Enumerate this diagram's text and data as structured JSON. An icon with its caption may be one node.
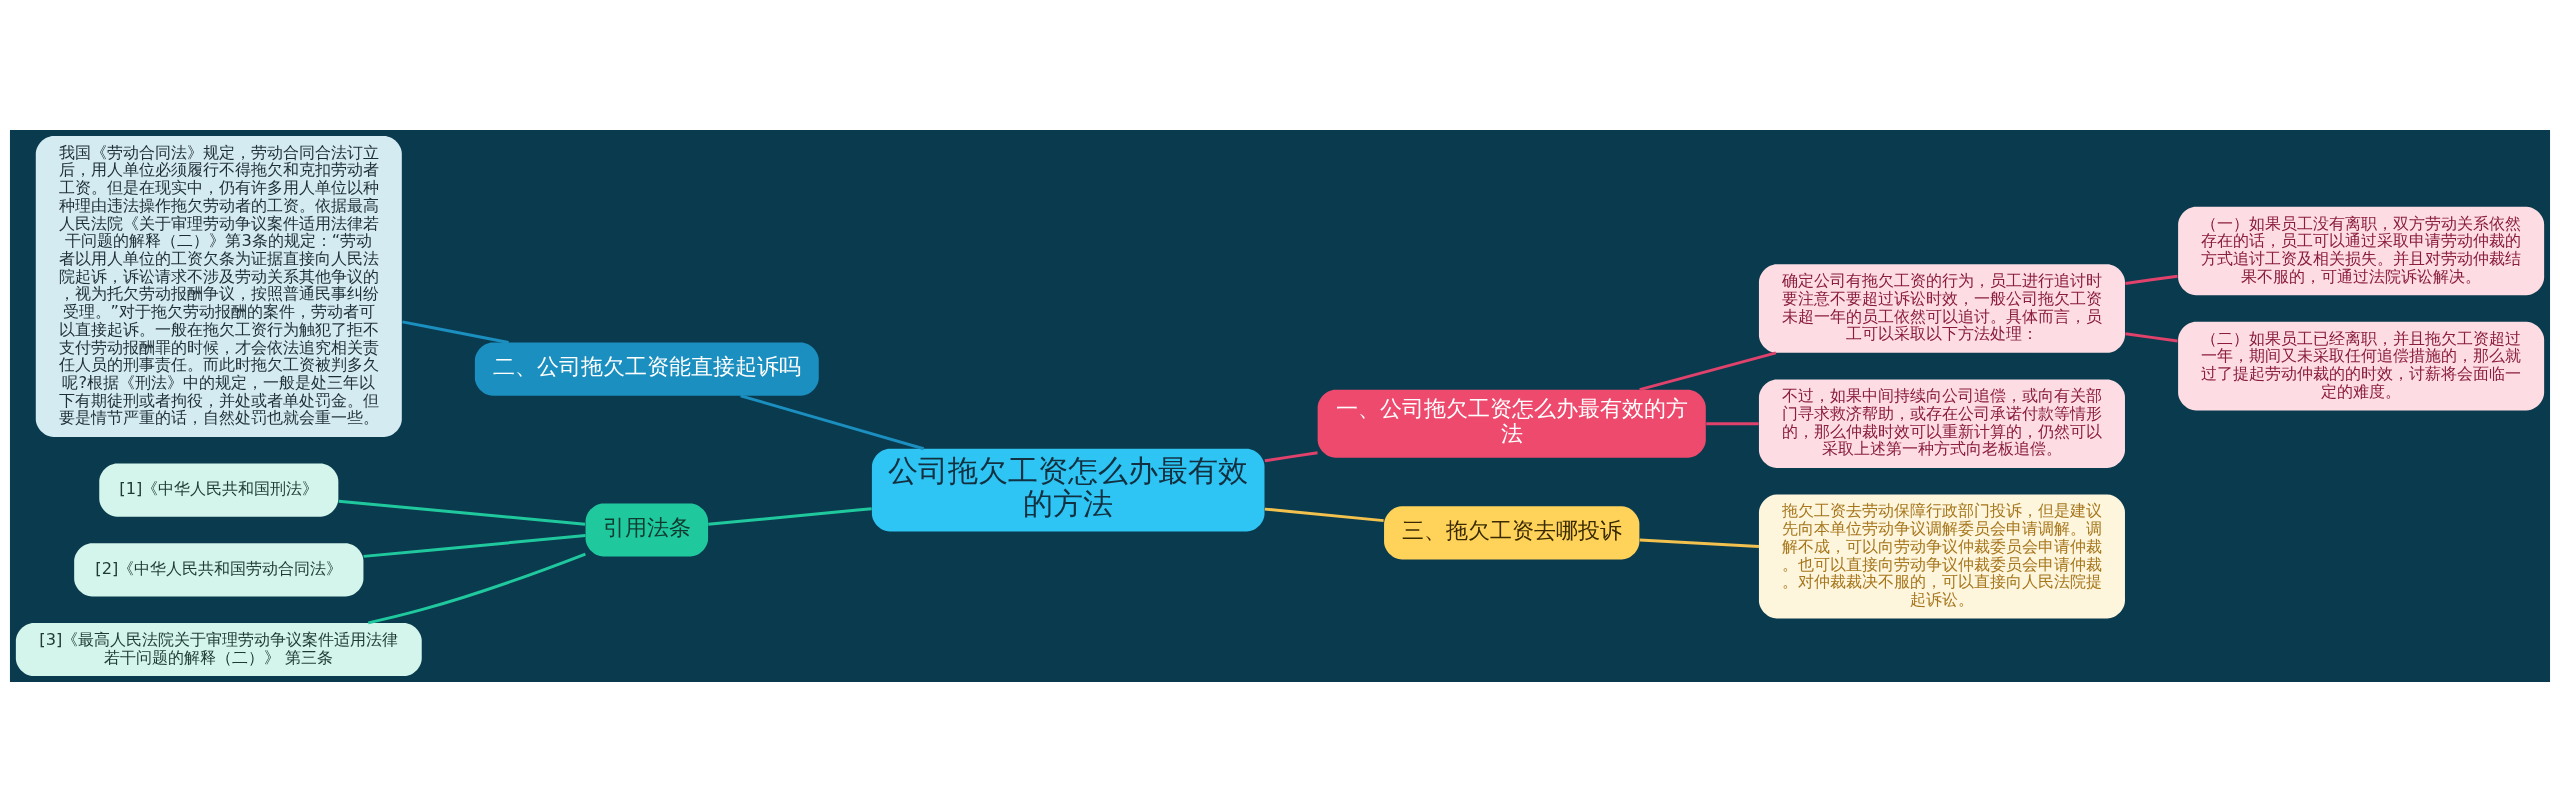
{
  "diagram": {
    "nodes": [
      {
        "text": [
          "公司拖欠工资怎么办最有效的方法"
        ]
      },
      {
        "text": [
          "一、公司拖欠工资怎么办最有效的方法"
        ]
      },
      {
        "text": [
          "确定公司有拖欠工资的行为，员工进行追讨时要注意不要超过诉讼时效，一般公司拖欠工资未超一年的员工依然可以追讨。具体而言，员工可以采取以下方法处理："
        ]
      },
      {
        "text": [
          "（一）如果员工没有离职，双方劳动关系依然存在的话，员工可以通过采取申请劳动仲裁的方式追讨工资及相关损失。并且对劳动仲裁结果不服的，可通过法院诉讼解决。"
        ]
      },
      {
        "text": [
          "（二）如果员工已经离职，并且拖欠工资超过一年，期间又未采取任何追偿措施的，那么就过了提起劳动仲裁的的时效，讨薪将会面临一定的难度。"
        ]
      },
      {
        "text": [
          "不过，如果中间持续向公司追偿，或向有关部门寻求救济帮助，或存在公司承诺付款等情形的，那么仲裁时效可以重新计算的，仍然可以采取上述第一种方式向老板追偿。"
        ]
      },
      {
        "text": [
          "三、拖欠工资去哪投诉"
        ]
      },
      {
        "text": [
          "拖欠工资去劳动保障行政部门投诉，但是建议先向本单位劳动争议调解委员会申请调解。调解不成，可以向劳动争议仲裁委员会申请仲裁。也可以直接向劳动争议仲裁委员会申请仲裁。对仲裁裁决不服的，可以直接向人民法院提起诉讼。"
        ]
      },
      {
        "text": [
          "二、公司拖欠工资能直接起诉吗"
        ]
      },
      {
        "text": [
          "我国《劳动合同法》规定，劳动合同合法订立后，用人单位必须履行不得拖欠和克扣劳动者工资。但是在现实中，仍有许多用人单位以种种理由违法操作拖欠劳动者的工资。依据最高人民法院《关于审理劳动争议案件适用法律若干问题的解释（二）》第3条的规定：“劳动者以用人单位的工资欠条为证据直接向人民法院起诉，诉讼请求不涉及劳动关系其他争议的，视为托欠劳动报酬争议，按照普通民事纠纷受理。”对于拖欠劳动报酬的案件，劳动者可以直接起诉。一般在拖欠工资行为触犯了拒不支付劳动报酬罪的时候，才会依法追究相关责任人员的刑事责任。而此时拖欠工资被判多久呢?根据《刑法》中的规定，一般是处三年以下有期徒刑或者拘役，并处或者单处罚金。但要是情节严重的话，自然处罚也就会重一些。"
        ]
      },
      {
        "text": [
          "引用法条"
        ]
      },
      {
        "text": [
          "[1]《中华人民共和国刑法》"
        ]
      },
      {
        "text": [
          "[2]《中华人民共和国劳动合同法》"
        ]
      },
      {
        "text": [
          "[3]《最高人民法院关于审理劳动争议案件适用法律若干问题的解释（二）》 第三条"
        ]
      }
    ],
    "edges": [
      {
        "from": 0,
        "to": 1,
        "arrow": "none"
      },
      {
        "from": 1,
        "to": 2,
        "arrow": "none"
      },
      {
        "from": 2,
        "to": 3,
        "arrow": "none"
      },
      {
        "from": 2,
        "to": 4,
        "arrow": "none"
      },
      {
        "from": 1,
        "to": 5,
        "arrow": "none"
      },
      {
        "from": 0,
        "to": 6,
        "arrow": "none",
        "color": "#f2c14e"
      },
      {
        "from": 6,
        "to": 7,
        "arrow": "none",
        "color": "#f2c14e"
      },
      {
        "from": 0,
        "to": 8,
        "arrow": "none",
        "color": "#1b8fbf"
      },
      {
        "from": 8,
        "to": 9,
        "arrow": "none",
        "color": "#1b8fbf"
      },
      {
        "from": 0,
        "to": 10,
        "arrow": "none",
        "color": "#1fc99d"
      },
      {
        "from": 10,
        "to": 11,
        "arrow": "none",
        "color": "#1fc99d"
      },
      {
        "from": 10,
        "to": 12,
        "arrow": "none",
        "color": "#1fc99d"
      },
      {
        "from": 10,
        "to": 13,
        "arrow": "none",
        "color": "#1fc99d"
      }
    ]
  }
}
